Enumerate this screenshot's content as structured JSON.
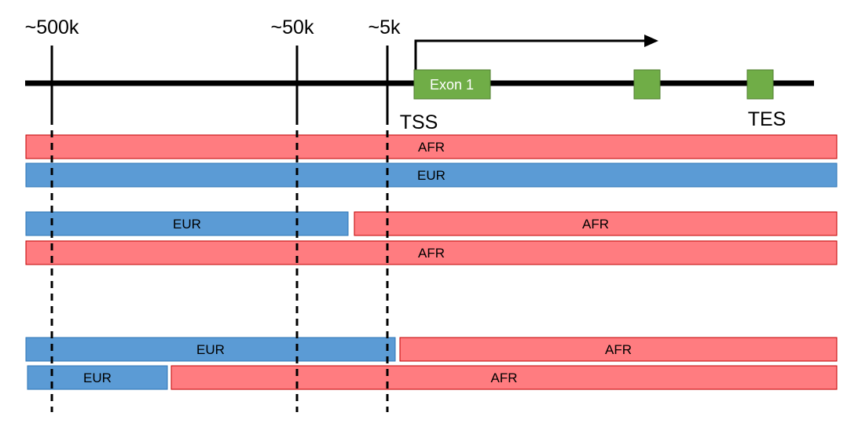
{
  "distance_markers": [
    {
      "label": "~500k"
    },
    {
      "label": "~50k"
    },
    {
      "label": "~5k"
    }
  ],
  "gene": {
    "exon1_label": "Exon 1",
    "tss_label": "TSS",
    "tes_label": "TES",
    "exon_color": "#70ad47",
    "exon_border": "#507e32"
  },
  "ancestry_colors": {
    "AFR": {
      "fill": "#ff7c80",
      "stroke": "#c00000"
    },
    "EUR": {
      "fill": "#5b9bd5",
      "stroke": "#2e75b6"
    }
  },
  "haplotype_groups": [
    {
      "rows": [
        {
          "segments": [
            {
              "label": "AFR"
            }
          ]
        },
        {
          "segments": [
            {
              "label": "EUR"
            }
          ]
        }
      ]
    },
    {
      "rows": [
        {
          "segments": [
            {
              "label": "EUR"
            },
            {
              "label": "AFR"
            }
          ]
        },
        {
          "segments": [
            {
              "label": "AFR"
            }
          ]
        }
      ]
    },
    {
      "rows": [
        {
          "segments": [
            {
              "label": "EUR"
            },
            {
              "label": "AFR"
            }
          ]
        },
        {
          "segments": [
            {
              "label": "EUR"
            },
            {
              "label": "AFR"
            }
          ]
        }
      ]
    }
  ]
}
